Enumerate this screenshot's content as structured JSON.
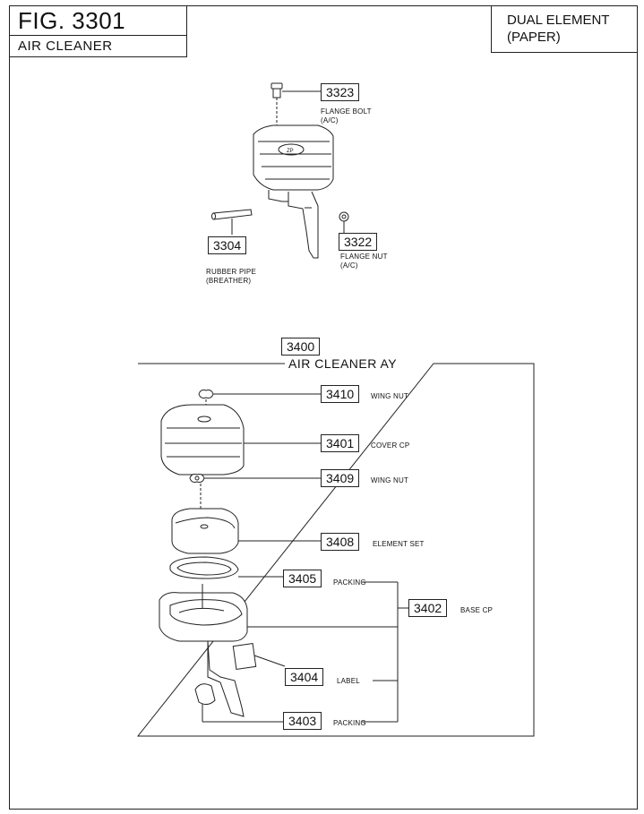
{
  "header": {
    "figure_title": "FIG. 3301",
    "subtitle": "AIR CLEANER",
    "variant_line1": "DUAL ELEMENT",
    "variant_line2": "(PAPER)"
  },
  "parts": [
    {
      "number": "3323",
      "desc": [
        "FLANGE BOLT",
        "(A/C)"
      ]
    },
    {
      "number": "3304",
      "desc": [
        "RUBBER PIPE",
        "(BREATHER)"
      ]
    },
    {
      "number": "3322",
      "desc": [
        "FLANGE NUT",
        "(A/C)"
      ]
    },
    {
      "number": "3400",
      "desc": [
        "AIR CLEANER AY"
      ]
    },
    {
      "number": "3410",
      "desc": [
        "WING NUT"
      ]
    },
    {
      "number": "3401",
      "desc": [
        "COVER CP"
      ]
    },
    {
      "number": "3409",
      "desc": [
        "WING NUT"
      ]
    },
    {
      "number": "3408",
      "desc": [
        "ELEMENT SET"
      ]
    },
    {
      "number": "3405",
      "desc": [
        "PACKING"
      ]
    },
    {
      "number": "3402",
      "desc": [
        "BASE CP"
      ]
    },
    {
      "number": "3404",
      "desc": [
        "LABEL"
      ]
    },
    {
      "number": "3403",
      "desc": [
        "PACKING"
      ]
    }
  ]
}
